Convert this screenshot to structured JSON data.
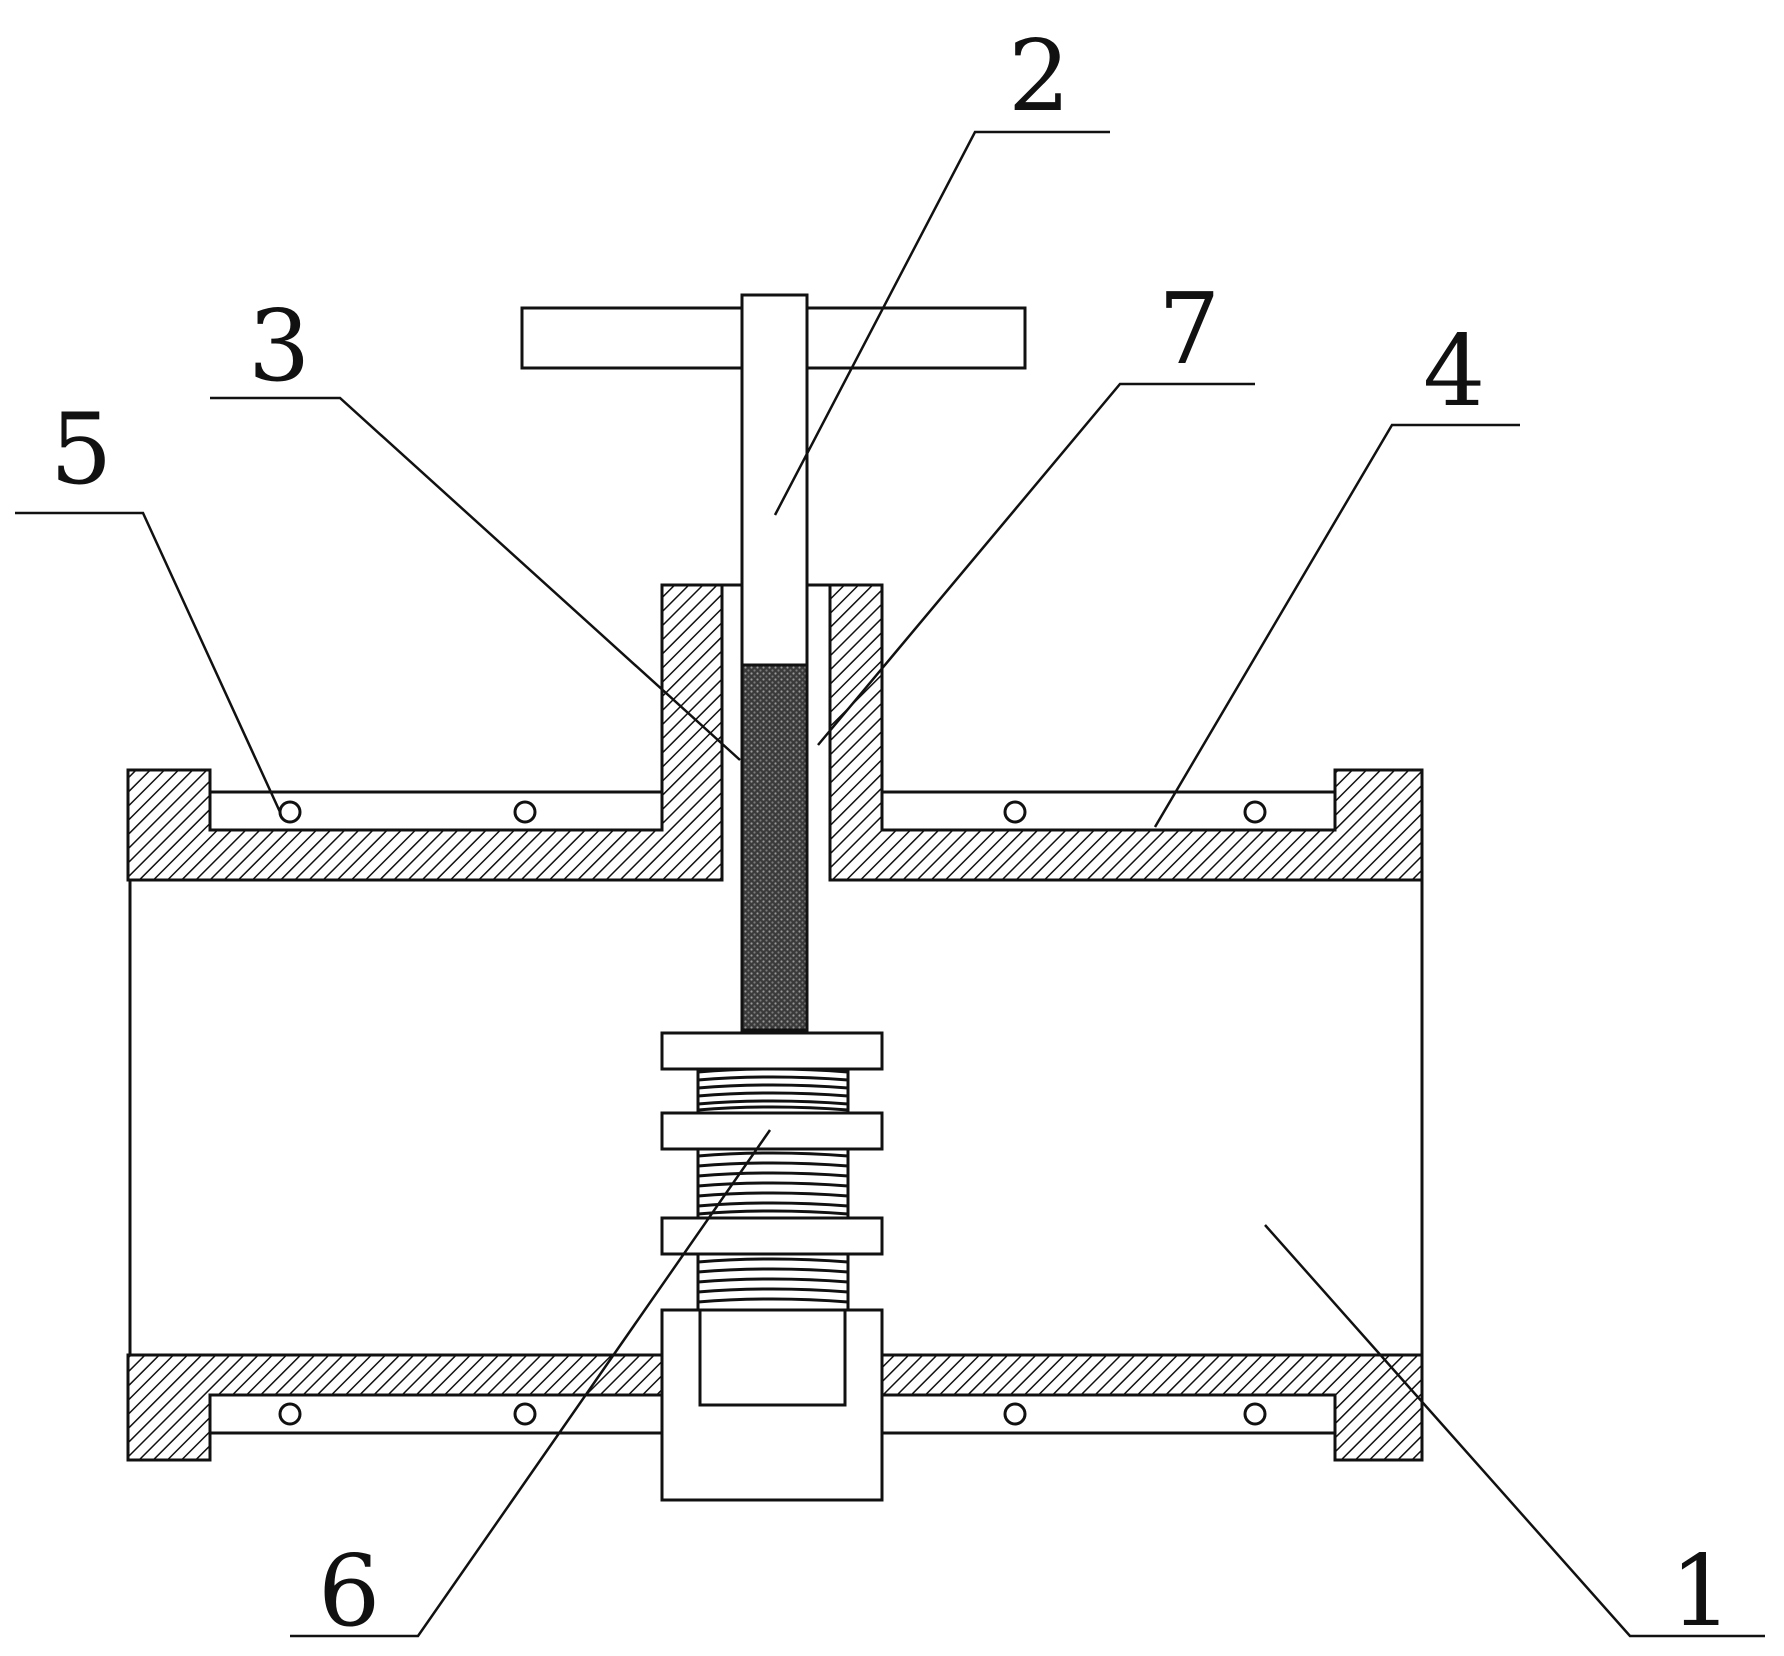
{
  "colors": {
    "ink": "#111111",
    "paper": "#ffffff",
    "stem_fill": "#4a4a4a"
  },
  "labels": [
    {
      "id": "1",
      "text": "1"
    },
    {
      "id": "2",
      "text": "2"
    },
    {
      "id": "3",
      "text": "3"
    },
    {
      "id": "4",
      "text": "4"
    },
    {
      "id": "5",
      "text": "5"
    },
    {
      "id": "6",
      "text": "6"
    },
    {
      "id": "7",
      "text": "7"
    }
  ]
}
